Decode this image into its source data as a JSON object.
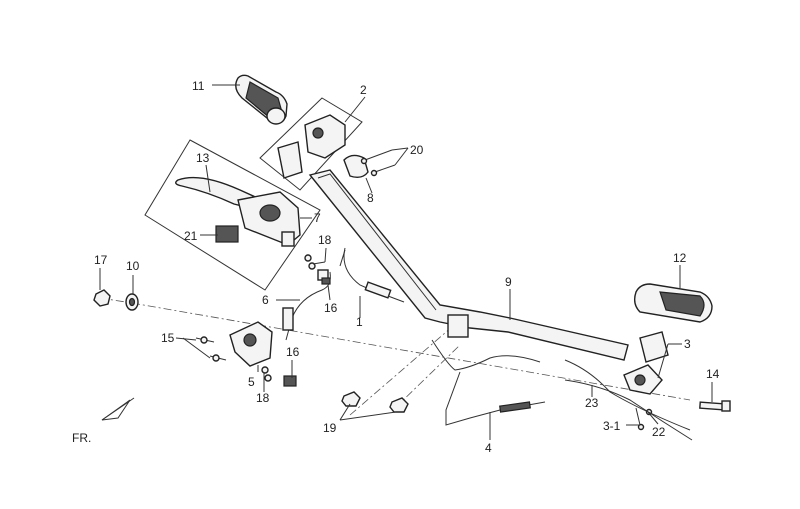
{
  "diagram": {
    "callouts": {
      "c1": "1",
      "c2": "2",
      "c3": "3",
      "c3_1": "3-1",
      "c4": "4",
      "c5": "5",
      "c6": "6",
      "c7": "7",
      "c8": "8",
      "c9": "9",
      "c10": "10",
      "c11": "11",
      "c12": "12",
      "c13": "13",
      "c14": "14",
      "c15": "15",
      "c16a": "16",
      "c16b": "16",
      "c17": "17",
      "c18a": "18",
      "c18b": "18",
      "c19": "19",
      "c20": "20",
      "c21": "21",
      "c22": "22",
      "c23": "23"
    },
    "front_indicator": "FR."
  }
}
